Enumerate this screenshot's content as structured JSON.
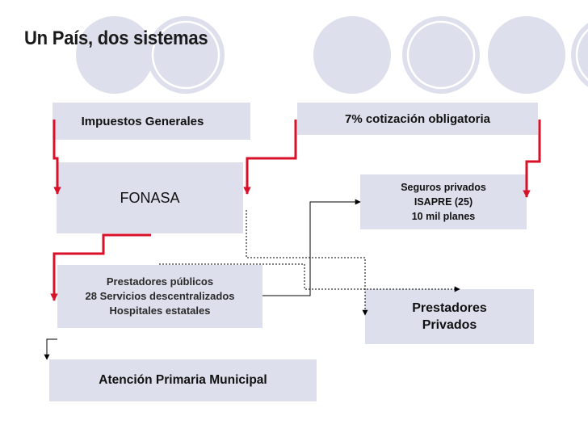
{
  "title": "Un País, dos sistemas",
  "boxes": {
    "impuestos": "Impuestos Generales",
    "cotizacion": "7% cotización obligatoria",
    "fonasa": "FONASA",
    "seguros": [
      "Seguros privados",
      "ISAPRE (25)",
      "10 mil planes"
    ],
    "prestadores_publicos": [
      "Prestadores públicos",
      "28 Servicios descentralizados",
      "Hospitales estatales"
    ],
    "prestadores_privados": [
      "Prestadores",
      "Privados"
    ],
    "atencion_primaria": "Atención Primaria Municipal"
  },
  "colors": {
    "background": "#ffffff",
    "box_fill": "#dde0ec",
    "circle_fill": "#dde0ec",
    "circle_ring": "#ffffff",
    "arrow_red": "#d8102a",
    "connector": "#000000"
  },
  "decorations": {
    "circles_count": 6
  }
}
